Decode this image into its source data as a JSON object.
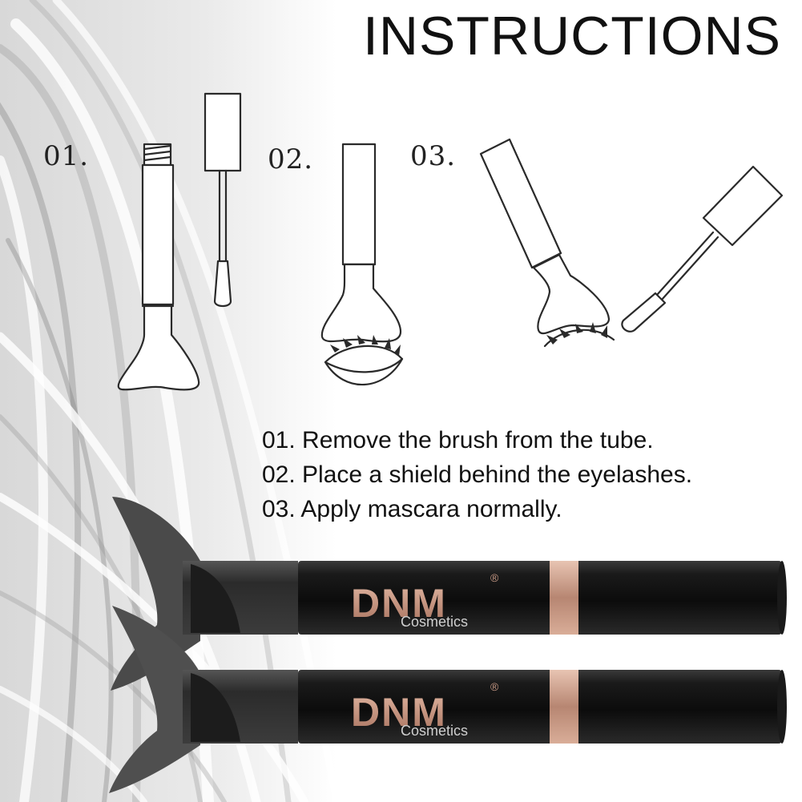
{
  "title": "INSTRUCTIONS",
  "step_numbers": [
    "01.",
    "02.",
    "03."
  ],
  "instructions": [
    "01. Remove the brush from the tube.",
    "02. Place a shield behind the eyelashes.",
    "03. Apply mascara normally."
  ],
  "product": {
    "brand": "DNM",
    "registered_mark": "®",
    "subtitle": "Cosmetics"
  },
  "colors": {
    "brand_rose_gold": "#c99a86",
    "product_black": "#141414",
    "shield_gray": "#4a4a4a",
    "line_art": "#2a2a2a"
  },
  "icons": [
    "mascara-tube-illustration",
    "mascara-wand-illustration",
    "lash-shield-illustration",
    "closed-eye-illustration"
  ]
}
